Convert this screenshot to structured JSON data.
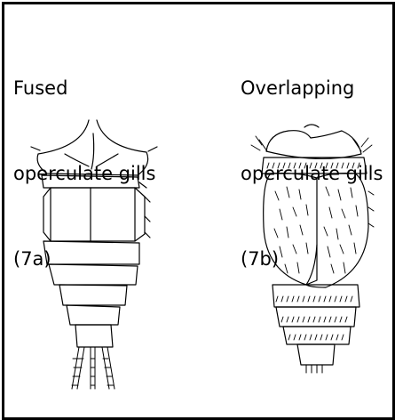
{
  "panels": [
    {
      "id": "7a",
      "lines": [
        "Fused",
        "operculate gills",
        "(7a)"
      ]
    },
    {
      "id": "7b",
      "lines": [
        "Overlapping",
        "operculate gills",
        "(7b)"
      ]
    }
  ],
  "colors": {
    "ink": "#000000",
    "paper": "#ffffff"
  }
}
